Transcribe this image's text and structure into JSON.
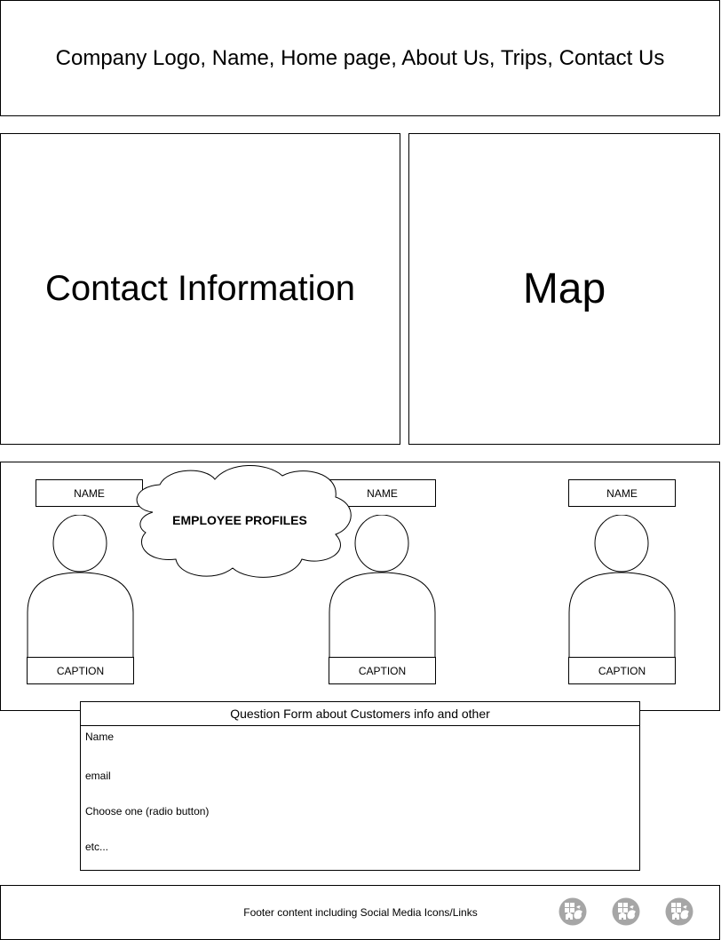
{
  "header": {
    "text": "Company Logo, Name, Home page, About Us, Trips, Contact Us"
  },
  "contact": {
    "title": "Contact Information"
  },
  "map": {
    "title": "Map"
  },
  "profiles": {
    "cloud_label": "EMPLOYEE PROFILES",
    "employees": [
      {
        "name": "NAME",
        "caption": "CAPTION"
      },
      {
        "name": "NAME",
        "caption": "CAPTION"
      },
      {
        "name": "NAME",
        "caption": "CAPTION"
      }
    ]
  },
  "form": {
    "title": "Question Form about Customers info and other",
    "fields": [
      "Name",
      "email",
      "Choose one (radio button)",
      "etc..."
    ]
  },
  "footer": {
    "text": "Footer content including Social Media Icons/Links",
    "icons": [
      "social-media-icon",
      "social-media-icon",
      "social-media-icon"
    ],
    "icon_color": "#a6a6a6"
  }
}
